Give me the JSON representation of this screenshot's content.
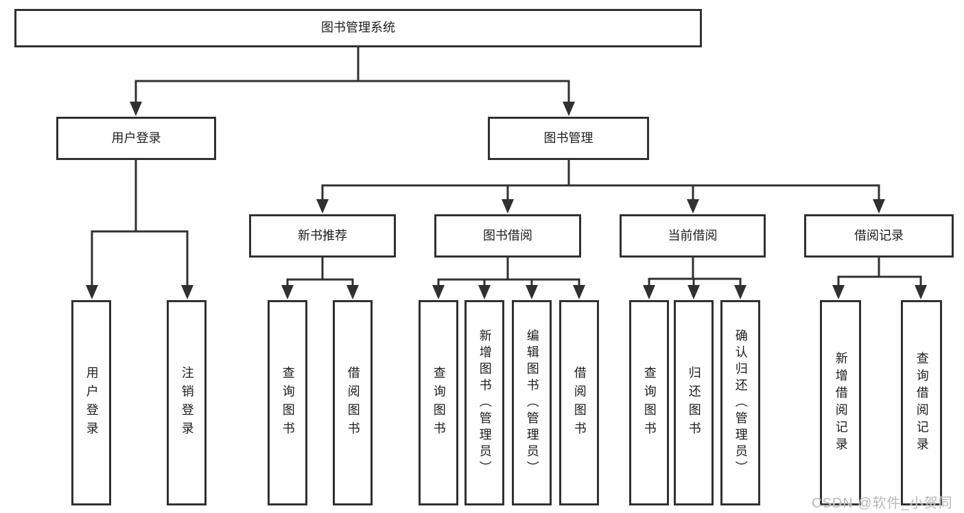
{
  "tree": {
    "root": {
      "label": "图书管理系统",
      "children": [
        {
          "label": "用户登录",
          "children": [
            {
              "label": "用户登录"
            },
            {
              "label": "注销登录"
            }
          ]
        },
        {
          "label": "图书管理",
          "children": [
            {
              "label": "新书推荐",
              "children": [
                {
                  "label": "查询图书"
                },
                {
                  "label": "借阅图书"
                }
              ]
            },
            {
              "label": "图书借阅",
              "children": [
                {
                  "label": "查询图书"
                },
                {
                  "label": "新增图书（管理员）"
                },
                {
                  "label": "编辑图书（管理员）"
                },
                {
                  "label": "借阅图书"
                }
              ]
            },
            {
              "label": "当前借阅",
              "children": [
                {
                  "label": "查询图书"
                },
                {
                  "label": "归还图书"
                },
                {
                  "label": "确认归还（管理员）"
                }
              ]
            },
            {
              "label": "借阅记录",
              "children": [
                {
                  "label": "新增借阅记录"
                },
                {
                  "label": "查询借阅记录"
                }
              ]
            }
          ]
        }
      ]
    }
  },
  "watermark": {
    "text": "CSDN @软件_小贺同学"
  },
  "colors": {
    "line": "#303030",
    "text": "#1c1c1c",
    "watermark": "#b9b9b9",
    "background": "#ffffff"
  }
}
